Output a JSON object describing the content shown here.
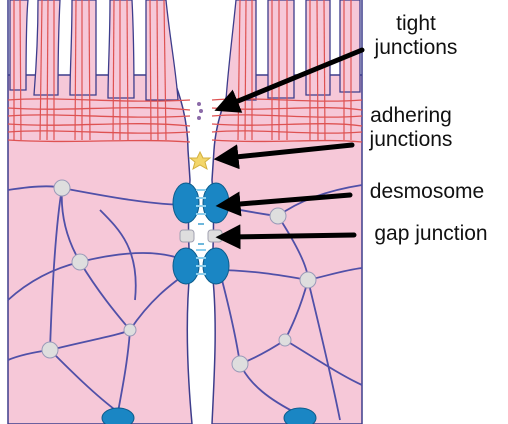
{
  "labels": {
    "tight_line1": "tight",
    "tight_line2": "junctions",
    "adhering_line1": "adhering",
    "adhering_line2": "junctions",
    "desmosome": "desmosome",
    "gap_junction": "gap junction"
  },
  "colors": {
    "cell_fill": "#f6c8d8",
    "microvillus_line": "#de5252",
    "cell_outline": "#3d3d8c",
    "intermediate_filament": "#5050a8",
    "desmosome_fill": "#1a86c4",
    "adhering_junction_fill": "#f3d66a",
    "hemidesmosome_fill": "#1a86c4",
    "node_fill": "#dedede",
    "arrow": "#000000"
  }
}
